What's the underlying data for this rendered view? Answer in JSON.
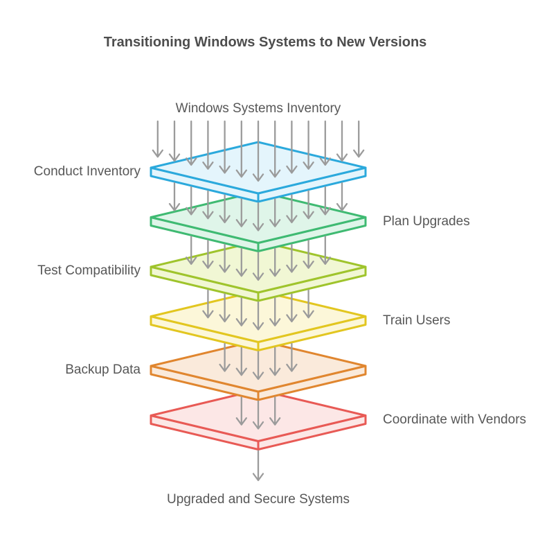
{
  "title": "Transitioning Windows Systems to New Versions",
  "flow": {
    "input_label": "Windows Systems Inventory",
    "output_label": "Upgraded and Secure Systems"
  },
  "layers": [
    {
      "label": "Conduct Inventory",
      "side": "left",
      "stroke": "#2ba9dc",
      "fill": "#e4f5fc"
    },
    {
      "label": "Plan Upgrades",
      "side": "right",
      "stroke": "#3fba72",
      "fill": "#dff5e9"
    },
    {
      "label": "Test Compatibility",
      "side": "left",
      "stroke": "#9fc42c",
      "fill": "#f1f7d4"
    },
    {
      "label": "Train Users",
      "side": "right",
      "stroke": "#e2c620",
      "fill": "#fcf7d9"
    },
    {
      "label": "Backup Data",
      "side": "left",
      "stroke": "#e0862f",
      "fill": "#faeadb"
    },
    {
      "label": "Coordinate with Vendors",
      "side": "right",
      "stroke": "#e85a55",
      "fill": "#fce7e6"
    }
  ],
  "arrows": {
    "color": "#9b9b9b",
    "counts_per_gap": [
      13,
      11,
      9,
      7,
      5,
      3,
      1
    ]
  },
  "text_color": "#575757",
  "title_color": "#4d4d4d"
}
